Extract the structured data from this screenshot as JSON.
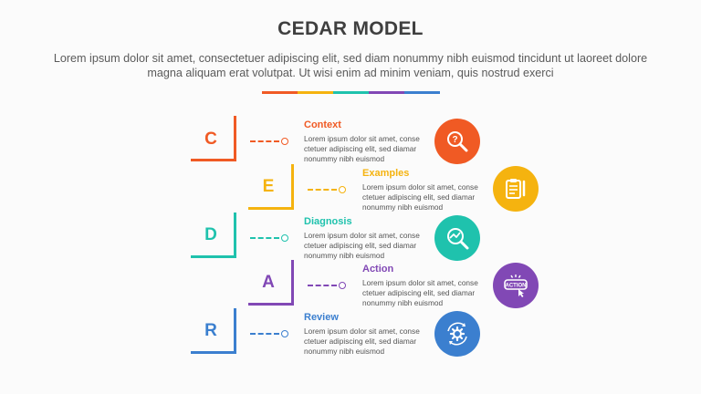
{
  "title": "CEDAR MODEL",
  "subtitle": "Lorem ipsum dolor sit amet, consectetuer adipiscing elit, sed diam nonummy nibh euismod tincidunt ut laoreet dolore magna aliquam erat volutpat. Ut wisi enim ad minim veniam, quis nostrud exerci",
  "colors": [
    "#f05a24",
    "#f5b30f",
    "#1fc2ad",
    "#8148b5",
    "#3b7fcf"
  ],
  "items": [
    {
      "letter": "C",
      "heading": "Context",
      "body": "Lorem ipsum dolor sit amet, conse ctetuer adipiscing elit, sed diamar nonummy nibh euismod",
      "color": "#f05a24",
      "icon": "question-search-icon"
    },
    {
      "letter": "E",
      "heading": "Examples",
      "body": "Lorem ipsum dolor sit amet, conse ctetuer adipiscing elit, sed diamar nonummy nibh euismod",
      "color": "#f5b30f",
      "icon": "clipboard-pen-icon"
    },
    {
      "letter": "D",
      "heading": "Diagnosis",
      "body": "Lorem ipsum dolor sit amet, conse ctetuer adipiscing elit, sed diamar nonummy nibh euismod",
      "color": "#1fc2ad",
      "icon": "chart-magnifier-icon"
    },
    {
      "letter": "A",
      "heading": "Action",
      "body": "Lorem ipsum dolor sit amet, conse ctetuer adipiscing elit, sed diamar nonummy nibh euismod",
      "color": "#8148b5",
      "icon": "action-click-icon"
    },
    {
      "letter": "R",
      "heading": "Review",
      "body": "Lorem ipsum dolor sit amet, conse ctetuer adipiscing elit, sed diamar nonummy nibh euismod",
      "color": "#3b7fcf",
      "icon": "gear-refresh-icon"
    }
  ],
  "icon_texts": {
    "action": "ACTION"
  }
}
